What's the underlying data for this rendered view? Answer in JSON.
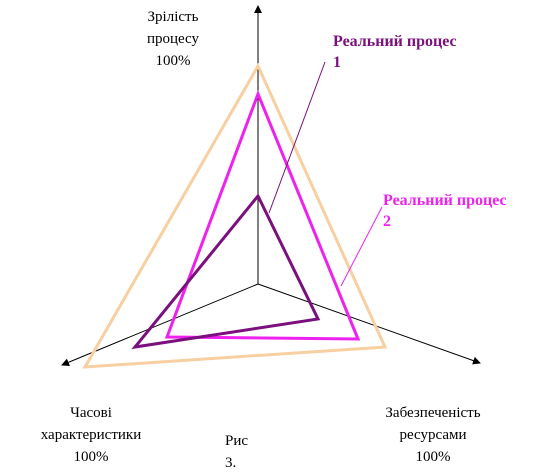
{
  "axes": {
    "top": {
      "lines": [
        "Зрілість",
        "процесу",
        "100%"
      ]
    },
    "left": {
      "lines": [
        "Часові",
        "характеристики",
        "100%"
      ]
    },
    "right": {
      "lines": [
        "Забезпеченість",
        "ресурсами",
        "100%"
      ]
    }
  },
  "series": [
    {
      "lines": [
        "Реальний процес",
        "1"
      ],
      "color": "#7b0f7e"
    },
    {
      "lines": [
        "Реальний процес",
        "2"
      ],
      "color": "#ee22ee"
    }
  ],
  "outline_color": "#f7cfa0",
  "caption": {
    "lines": [
      "Рис",
      "3."
    ]
  }
}
